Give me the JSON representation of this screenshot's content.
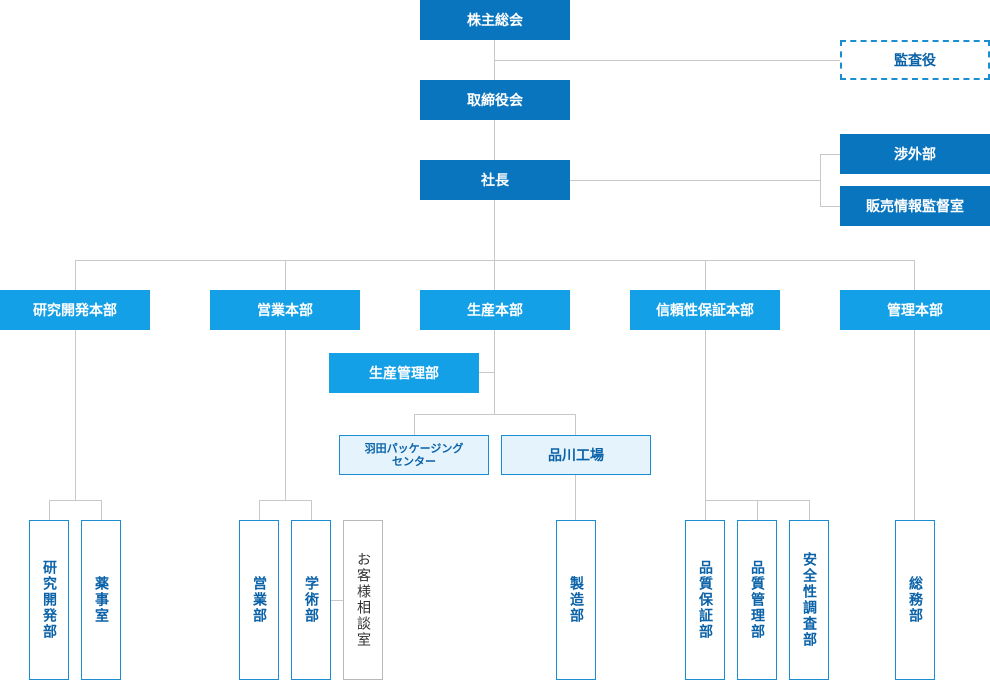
{
  "top": {
    "shareholders": "株主総会",
    "auditor": "監査役",
    "board": "取締役会",
    "president": "社長",
    "external_affairs": "渉外部",
    "sales_monitoring": "販売情報監督室"
  },
  "divisions": {
    "rd": "研究開発本部",
    "sales": "営業本部",
    "production": "生産本部",
    "quality": "信頼性保証本部",
    "admin": "管理本部"
  },
  "production": {
    "management": "生産管理部",
    "haneda": "羽田パッケージング\nセンター",
    "shinagawa": "品川工場"
  },
  "departments": {
    "rd_dev": "研究開発部",
    "pharmacy": "薬事室",
    "sales_dept": "営業部",
    "academic": "学術部",
    "customer_consult": "お客様相談室",
    "manufacturing": "製造部",
    "qa": "品質保証部",
    "qc": "品質管理部",
    "safety": "安全性調査部",
    "general_affairs": "総務部"
  },
  "colors": {
    "dark_blue": "#0a75bf",
    "mid_blue": "#14a0e6",
    "pale_blue": "#e4f3fc",
    "border_blue": "#1a8ed0",
    "line_gray": "#c8c8c8"
  }
}
